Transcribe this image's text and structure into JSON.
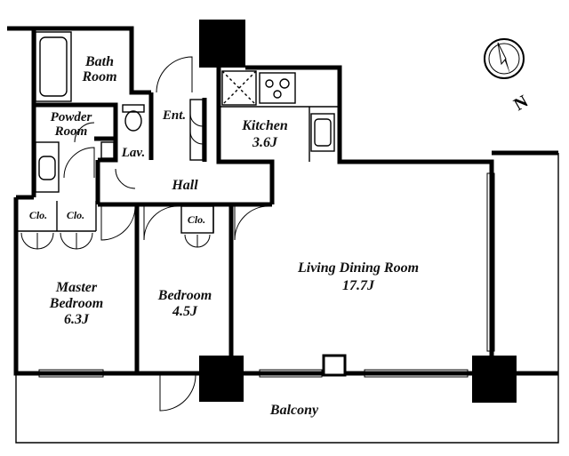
{
  "rooms": {
    "bath": {
      "line1": "Bath",
      "line2": "Room"
    },
    "powder": {
      "line1": "Powder",
      "line2": "Room"
    },
    "entrance": {
      "label": "Ent."
    },
    "lavatory": {
      "label": "Lav."
    },
    "kitchen": {
      "name": "Kitchen",
      "size": "3.6J"
    },
    "hall": {
      "label": "Hall"
    },
    "closets": {
      "clo_1": "Clo.",
      "clo_2": "Clo.",
      "clo_3": "Clo."
    },
    "master_bedroom": {
      "line1": "Master",
      "line2": "Bedroom",
      "size": "6.3J"
    },
    "bedroom": {
      "name": "Bedroom",
      "size": "4.5J"
    },
    "living_dining": {
      "name": "Living Dining Room",
      "size": "17.7J"
    },
    "balcony": {
      "label": "Balcony"
    }
  },
  "compass": {
    "north_label": "N"
  }
}
